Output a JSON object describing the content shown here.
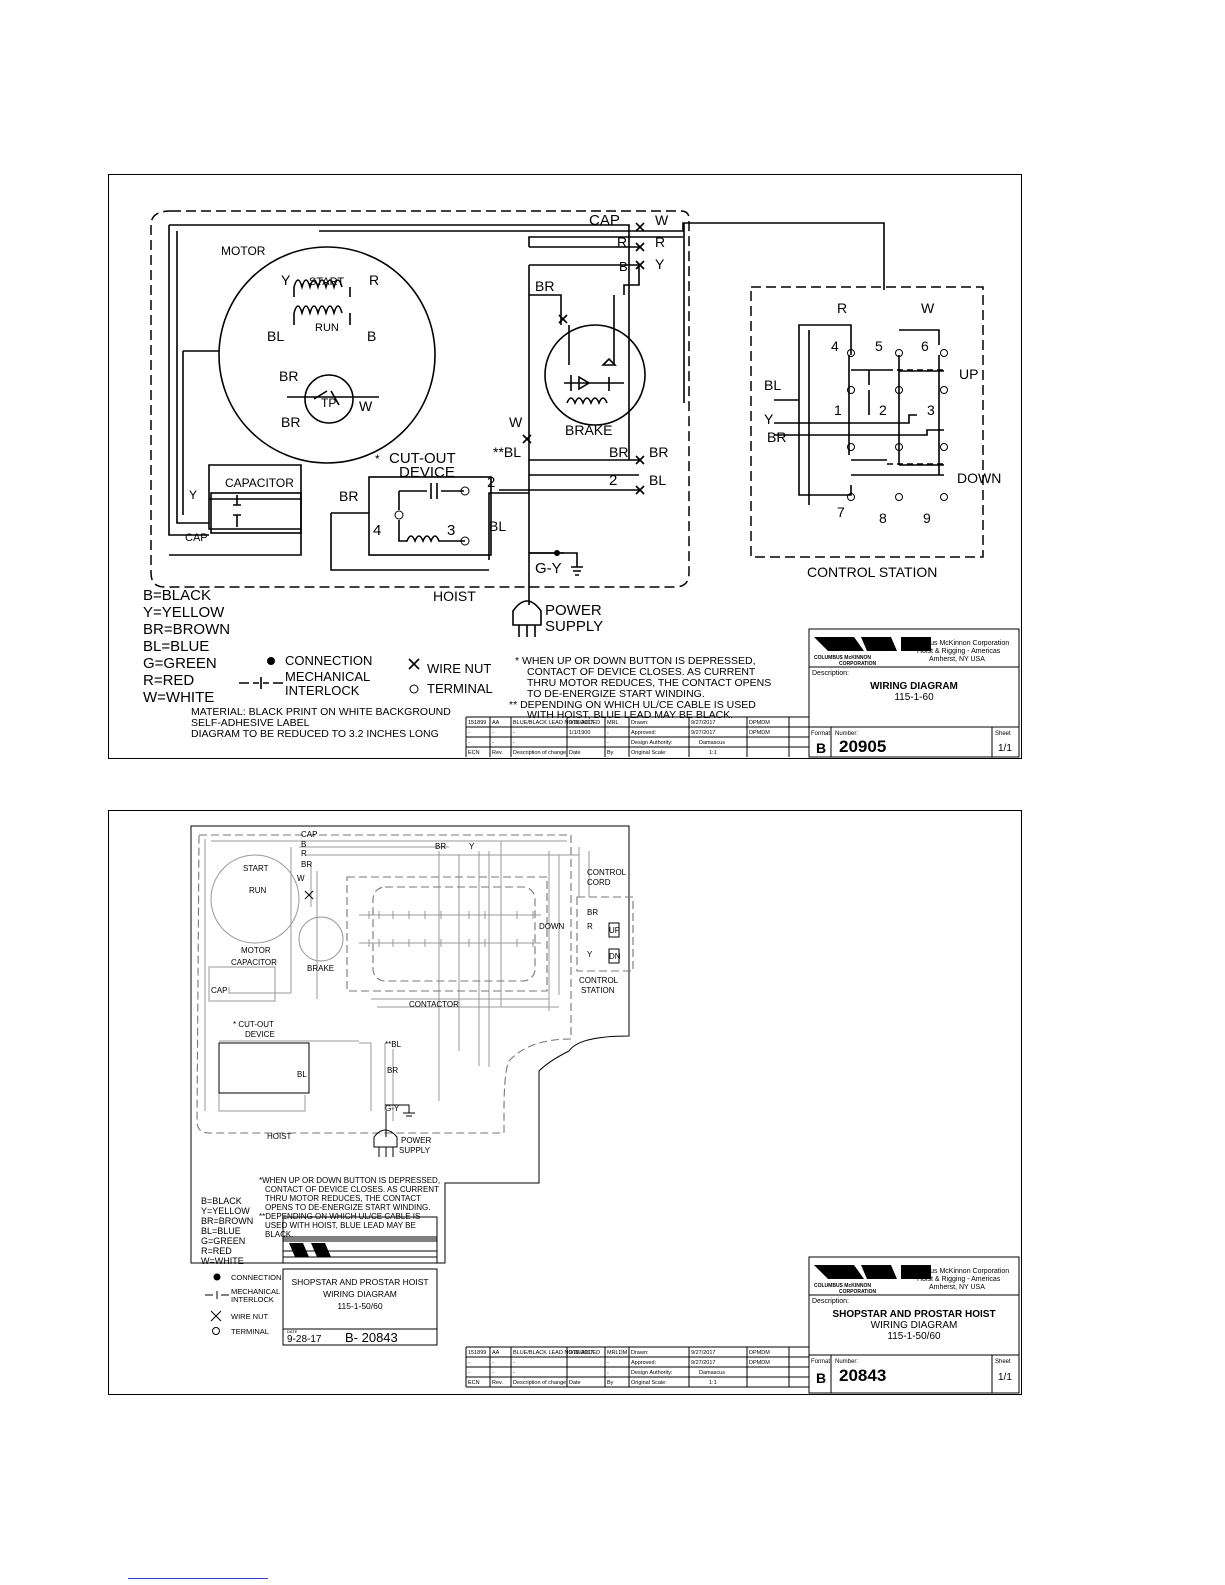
{
  "sheet1": {
    "motor": {
      "title": "MOTOR",
      "start": "START",
      "run": "RUN",
      "tp": "TP",
      "y": "Y",
      "r": "R",
      "bl": "BL",
      "b": "B",
      "br1": "BR",
      "br2": "BR",
      "w": "W"
    },
    "capacitor": {
      "title": "CAPACITOR",
      "y": "Y",
      "cap": "CAP"
    },
    "cutout": {
      "star": "*",
      "line1": "CUT-OUT",
      "line2": "DEVICE",
      "t2": "2",
      "t4": "4",
      "t3": "3",
      "br": "BR",
      "bl": "BL",
      "t2b": "2",
      "blb": "BL"
    },
    "nuts": {
      "cap": "CAP",
      "cap_w": "W",
      "r1": "R",
      "r2": "R",
      "b": "B",
      "y": "Y",
      "br_top": "BR",
      "w_mid": "W",
      "bl_mid": "**BL",
      "br_a": "BR",
      "br_b": "BR"
    },
    "brake": {
      "title": "BRAKE"
    },
    "ground": {
      "label": "G-Y"
    },
    "hoist": "HOIST",
    "power": {
      "line1": "POWER",
      "line2": "SUPPLY"
    },
    "control": {
      "title": "CONTROL STATION",
      "r": "R",
      "w": "W",
      "bl": "BL",
      "y": "Y",
      "br": "BR",
      "up": "UP",
      "down": "DOWN",
      "n1": "1",
      "n2": "2",
      "n3": "3",
      "n4": "4",
      "n5": "5",
      "n6": "6",
      "n7": "7",
      "n8": "8",
      "n9": "9"
    },
    "colors": [
      "B=BLACK",
      "Y=YELLOW",
      "BR=BROWN",
      "BL=BLUE",
      "G=GREEN",
      "R=RED",
      "W=WHITE"
    ],
    "legend": {
      "connection": "CONNECTION",
      "interlock1": "MECHANICAL",
      "interlock2": "INTERLOCK",
      "wirenut": "WIRE NUT",
      "terminal": "TERMINAL"
    },
    "notes": [
      "* WHEN UP OR DOWN BUTTON IS DEPRESSED,",
      "CONTACT OF DEVICE CLOSES.  AS CURRENT",
      "THRU MOTOR REDUCES, THE CONTACT OPENS",
      "TO DE-ENERGIZE START WINDING.",
      "** DEPENDING ON WHICH UL/CE CABLE IS USED",
      "WITH HOIST, BLUE LEAD MAY BE BLACK."
    ],
    "material": [
      "MATERIAL:   BLACK PRINT ON WHITE BACKGROUND",
      "SELF-ADHESIVE LABEL",
      "DIAGRAM TO BE REDUCED TO 3.2 INCHES LONG"
    ],
    "title_block": {
      "company": "Columbus McKinnon Corporation",
      "division": "Hoist & Rigging - Americas",
      "location": "Amherst, NY  USA",
      "logo_sub1": "COLUMBUS  McKINNON",
      "logo_sub2": "CORPORATION",
      "desc_label": "Description:",
      "desc1": "WIRING DIAGRAM",
      "desc2": "115-1-60",
      "format_label": "Format",
      "format": "B",
      "number_label": "Number:",
      "number": "20905",
      "sheet_label": "Sheet",
      "sheet": "1/1"
    },
    "rev_table": {
      "rows": [
        [
          "151899",
          "AA",
          "BLUE/BLACK LEAD NOTE ADDED",
          "9/28/2017",
          "MRL",
          "Drawn:",
          "9/27/2017",
          "DPMDM"
        ],
        [
          "-",
          "-",
          "-",
          "1/1/1900",
          "-",
          "Approved:",
          "9/27/2017",
          "DPMDM"
        ],
        [
          "-",
          "-",
          "-",
          "",
          "-",
          "Design Authority:",
          "Damascus",
          ""
        ],
        [
          "ECN",
          "Rev.",
          "Description of change",
          "Date",
          "By",
          "Original Scale:",
          "1:1",
          ""
        ]
      ]
    }
  },
  "sheet2": {
    "labels": {
      "cap": "CAP",
      "b": "B",
      "r": "R",
      "br": "BR",
      "w": "W",
      "br_top": "BR",
      "y_top": "Y",
      "control_cord1": "CONTROL",
      "control_cord2": "CORD",
      "motor": "MOTOR",
      "start": "START",
      "run": "RUN",
      "brake": "BRAKE",
      "capacitor": "CAPACITOR",
      "cap2": "CAP",
      "contactor": "CONTACTOR",
      "cut1": "*  CUT-OUT",
      "cut2": "DEVICE",
      "bl_mid": "**BL",
      "bl": "BL",
      "br_low": "BR",
      "gy": "G-Y",
      "hoist": "HOIST",
      "power1": "POWER",
      "power2": "SUPPLY",
      "station1": "CONTROL",
      "station2": "STATION",
      "up": "UP",
      "dn": "DN",
      "down": "DOWN",
      "br_cs": "BR",
      "r_cs": "R",
      "y_cs": "Y"
    },
    "notes": [
      "*WHEN UP OR DOWN BUTTON IS DEPRESSED,",
      "CONTACT OF DEVICE CLOSES. AS CURRENT",
      "THRU MOTOR REDUCES, THE CONTACT",
      "OPENS TO DE-ENERGIZE START WINDING.",
      "**DEPENDING ON WHICH UL/CE CABLE IS",
      "USED WITH HOIST, BLUE LEAD MAY BE",
      "BLACK."
    ],
    "colors": [
      "B=BLACK",
      "Y=YELLOW",
      "BR=BROWN",
      "BL=BLUE",
      "G=GREEN",
      "R=RED",
      "W=WHITE"
    ],
    "legend": {
      "connection": "CONNECTION",
      "interlock1": "MECHANICAL",
      "interlock2": "INTERLOCK",
      "wirenut": "WIRE NUT",
      "terminal": "TERMINAL"
    },
    "old_block": {
      "t1": "SHOPSTAR AND PROSTAR HOIST",
      "t2": "WIRING DIAGRAM",
      "t3": "115-1-50/60",
      "date": "9-28-17",
      "number": "B- 20843",
      "date_label": "DATE"
    },
    "title_block": {
      "company": "Columbus McKinnon Corporation",
      "division": "Hoist & Rigging - Americas",
      "location": "Amherst, NY  USA",
      "logo_sub1": "COLUMBUS  McKINNON",
      "logo_sub2": "CORPORATION",
      "desc_label": "Description:",
      "desc1": "SHOPSTAR AND PROSTAR HOIST",
      "desc2": "WIRING DIAGRAM",
      "desc3": "115-1-50/60",
      "format_label": "Format",
      "format": "B",
      "number_label": "Number:",
      "number": "20843",
      "sheet_label": "Sheet",
      "sheet": "1/1"
    },
    "rev_table": {
      "rows": [
        [
          "151899",
          "AA",
          "BLUE/BLACK LEAD NOTE ADDED",
          "9/28/2017",
          "MRLDM",
          "Drawn:",
          "9/27/2017",
          "DPMDM"
        ],
        [
          "-",
          "-",
          "-",
          "",
          "-",
          "Approved:",
          "9/27/2017",
          "DPMDM"
        ],
        [
          "-",
          "-",
          "-",
          "",
          "-",
          "Design Authority:",
          "Damascus",
          ""
        ],
        [
          "ECN",
          "Rev.",
          "Description of change",
          "Date",
          "By",
          "Original Scale:",
          "1:1",
          ""
        ]
      ]
    }
  }
}
